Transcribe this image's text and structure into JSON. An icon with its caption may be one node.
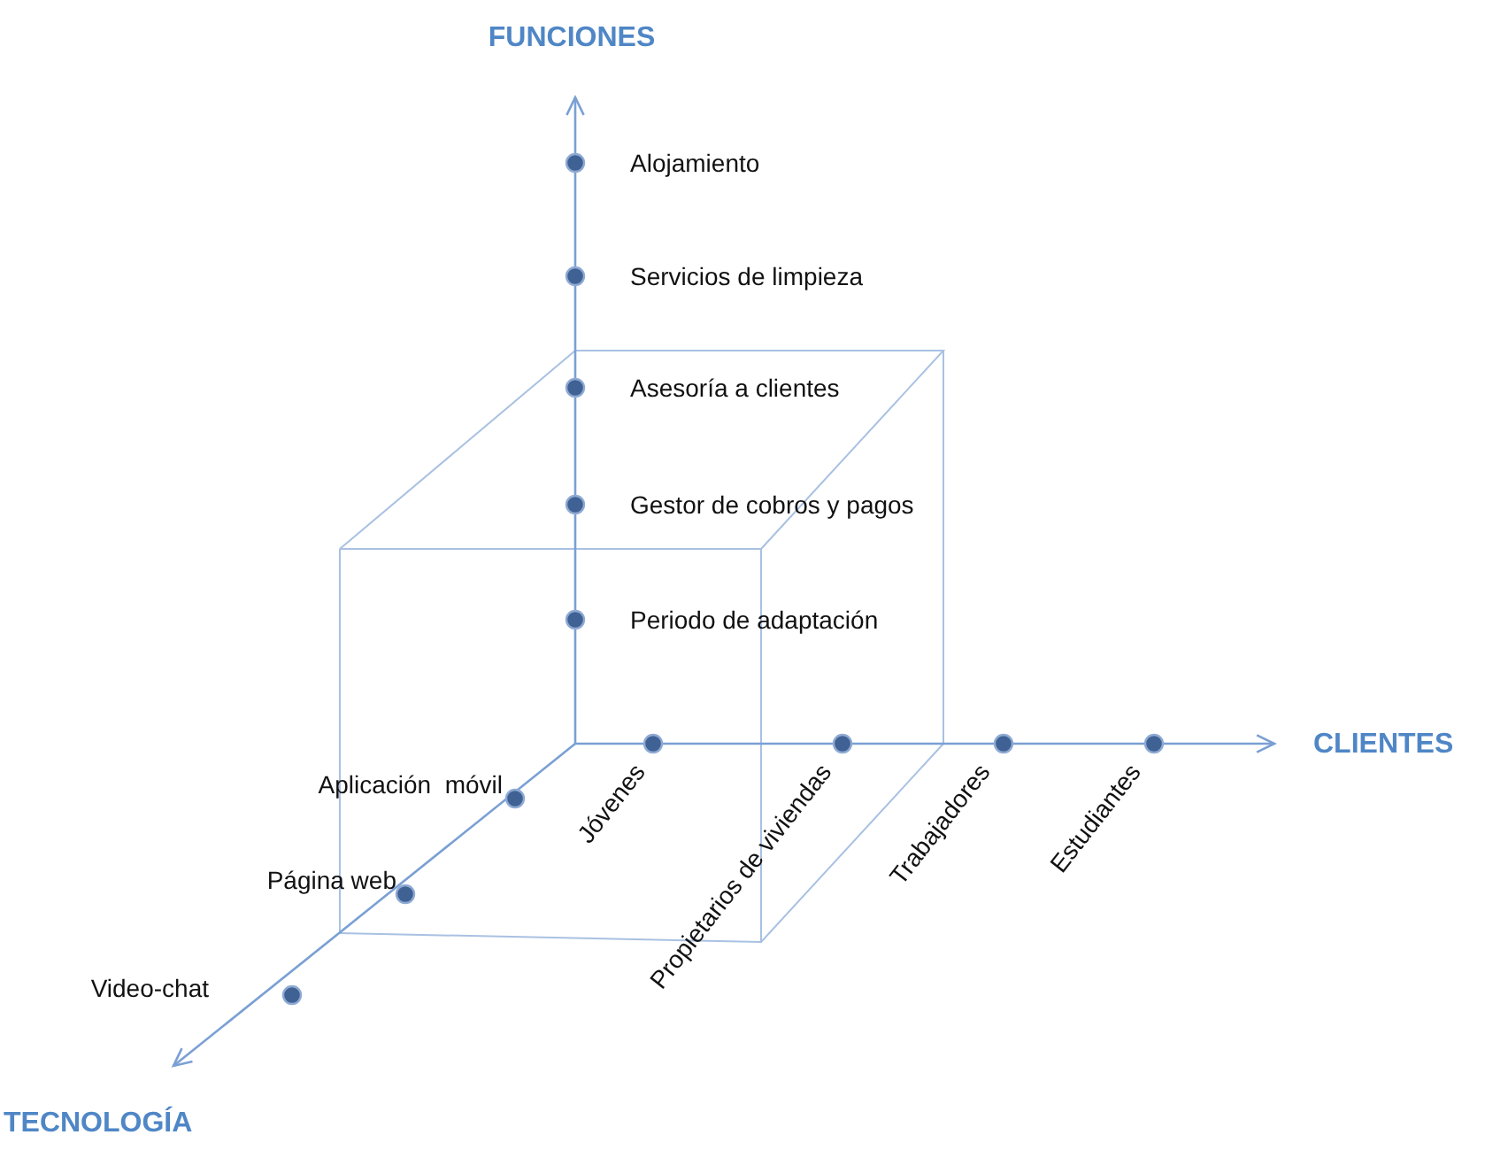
{
  "diagram": {
    "labels": [
      "FUNCIONES",
      "Alojamiento",
      "Servicios de limpieza",
      "Asesoría a clientes",
      "Gestor de cobros y pagos",
      "Periodo de adaptación",
      "Aplicación  móvil",
      "Jóvenes",
      "Propietarios de viviendas",
      "Trabajadores",
      "Estudiantes",
      "CLIENTES",
      "Página web",
      "Video-chat",
      "TECNOLOGÍA"
    ]
  }
}
